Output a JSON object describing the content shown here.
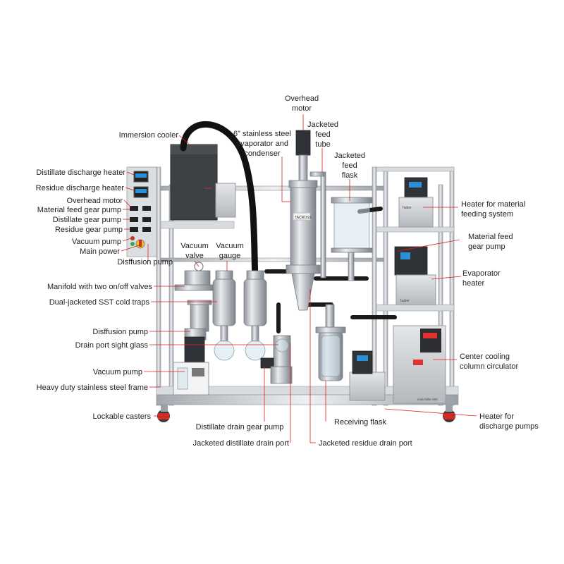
{
  "labels": {
    "overhead_motor_top": [
      "Overhead",
      "motor"
    ],
    "evaporator": [
      "6” stainless steel",
      "evaporator and",
      "condenser"
    ],
    "jacketed_feed_tube": [
      "Jacketed",
      "feed",
      "tube"
    ],
    "jacketed_feed_flask": [
      "Jacketed",
      "feed",
      "flask"
    ],
    "immersion_cooler": "Immersion cooler",
    "distillate_discharge_heater": "Distillate discharge heater",
    "residue_discharge_heater": "Residue discharge heater",
    "overhead_motor": "Overhead motor",
    "material_feed_gear_pump_left": "Material feed gear pump",
    "distillate_gear_pump": "Distillate gear pump",
    "residue_gear_pump": "Residue gear pump",
    "vacuum_pump_top": "Vacuum pump",
    "main_power": "Main power",
    "disffusion_pump_top": "Disffusion pump",
    "vacuum_valve": [
      "Vacuum",
      "valve"
    ],
    "vacuum_gauge": [
      "Vacuum",
      "gauge"
    ],
    "manifold": "Manifold with two on/off valves",
    "cold_traps": "Dual-jacketed SST cold traps",
    "disffusion_pump": "Disffusion pump",
    "drain_port_sight_glass": "Drain port sight glass",
    "vacuum_pump": "Vacuum pump",
    "frame": "Heavy duty stainless steel frame",
    "lockable_casters": "Lockable casters",
    "distillate_drain_gear_pump": "Distillate drain gear pump",
    "jacketed_distillate_drain_port": "Jacketed distillate drain port",
    "jacketed_residue_drain_port": "Jacketed residue drain port",
    "receiving_flask": "Receiving flask",
    "heater_material_feeding": [
      "Heater for material",
      "feeding system"
    ],
    "material_feed_gear_pump_right": [
      "Material feed",
      "gear pump"
    ],
    "evaporator_heater": [
      "Evaporator",
      "heater"
    ],
    "center_cooling": [
      "Center cooling",
      "column circulator"
    ],
    "heater_discharge_pumps": [
      "Heater for",
      "discharge pumps"
    ]
  },
  "device_text": {
    "evaporator_brand": "TACROSS",
    "cooler_brand": "huber",
    "circulator_model": "minichiller 600",
    "heater_brand": "huber"
  },
  "colors": {
    "leader_line": "#e0201b",
    "hose": "#111111",
    "stainless": "#c9ccd0"
  }
}
